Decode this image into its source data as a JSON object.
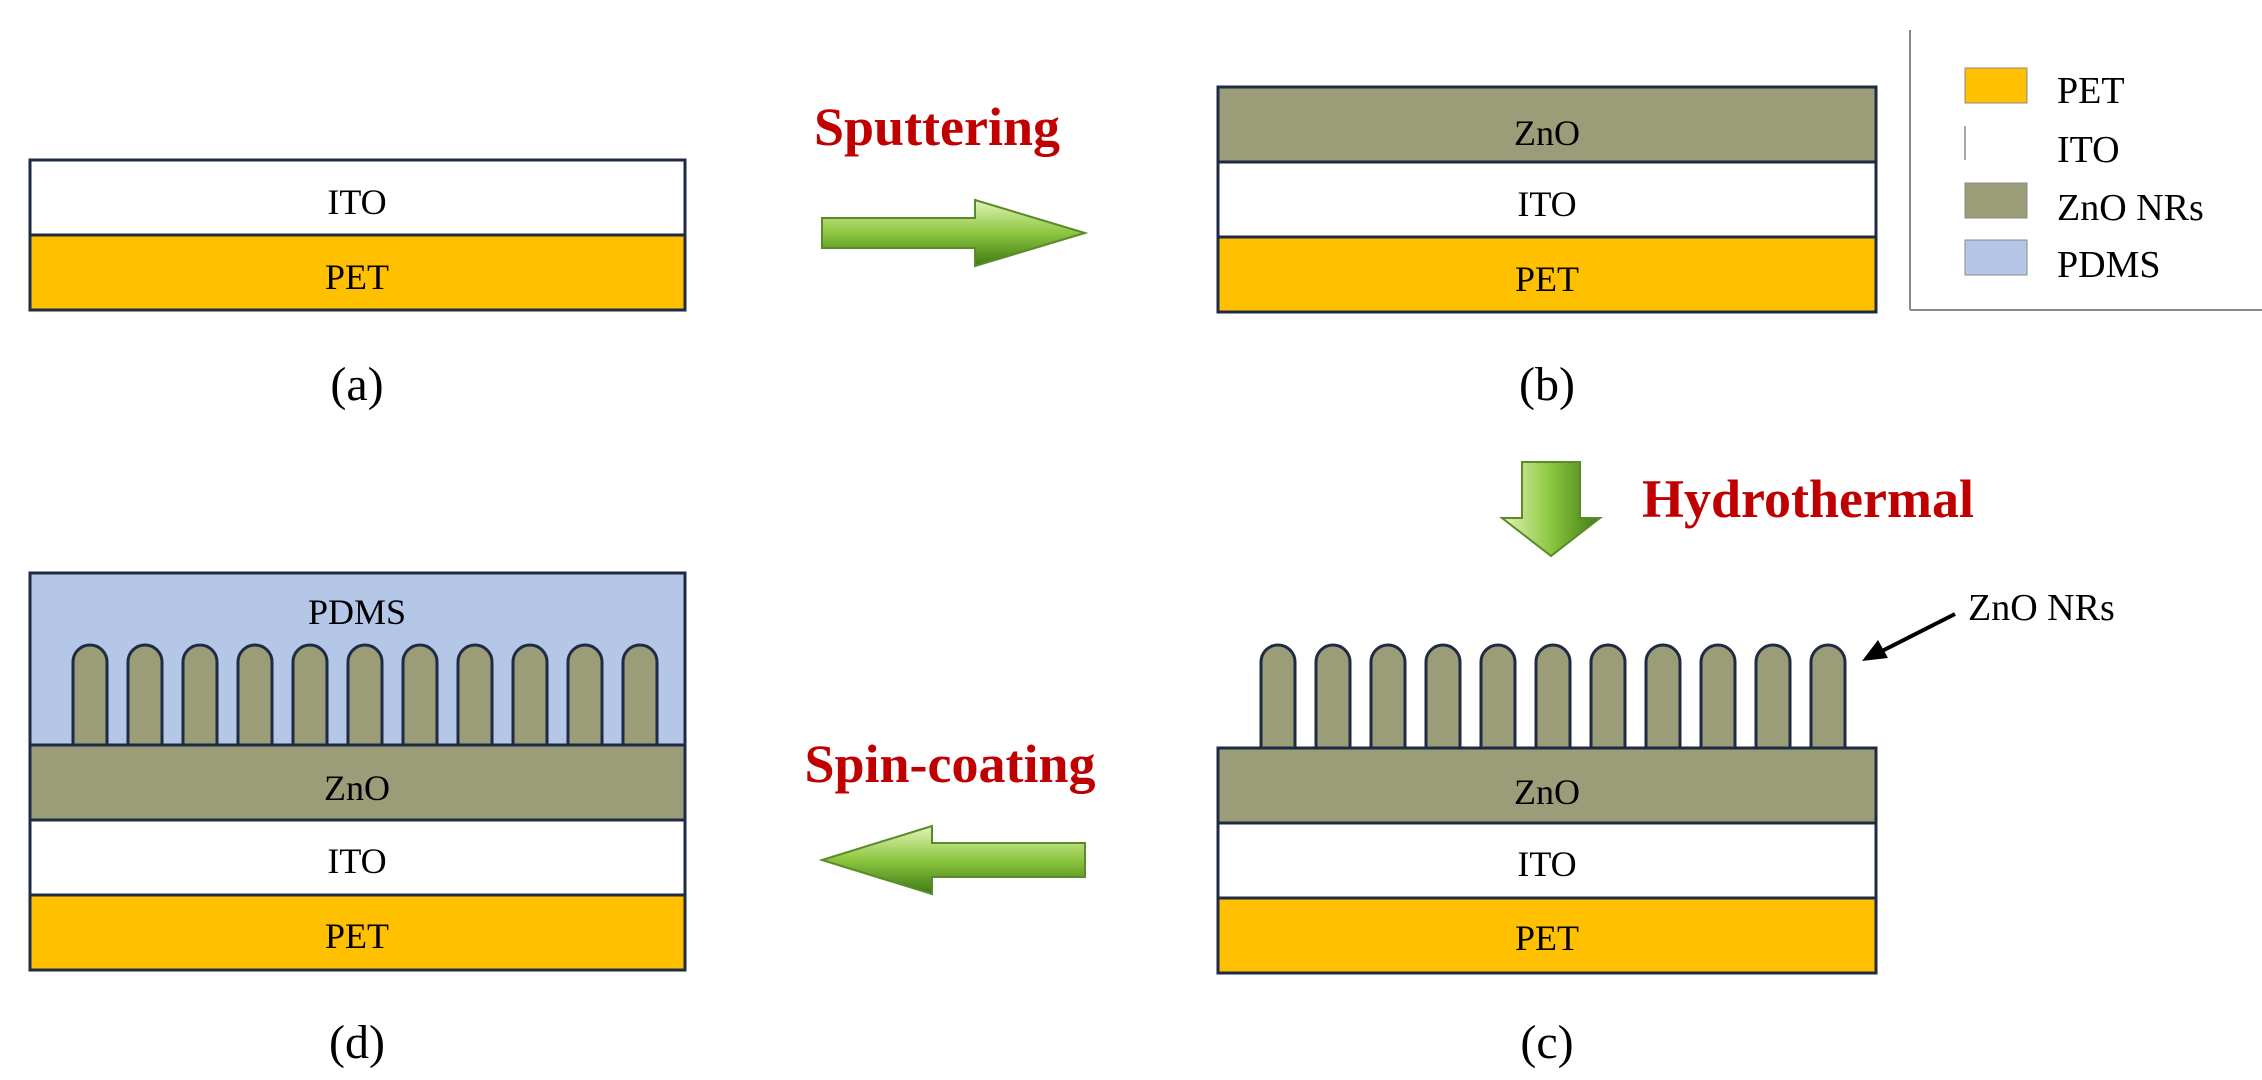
{
  "colors": {
    "pet": "#FFC000",
    "ito": "#FFFFFF",
    "zno": "#9B9D78",
    "pdms": "#B4C7E7",
    "outline": "#1F2A44",
    "step_text": "#C00000",
    "arrow_light": "#D6EFA6",
    "arrow_dark": "#4E8F1E"
  },
  "layers": {
    "pet": "PET",
    "ito": "ITO",
    "zno": "ZnO",
    "pdms": "PDMS"
  },
  "panels": {
    "a": "(a)",
    "b": "(b)",
    "c": "(c)",
    "d": "(d)"
  },
  "steps": {
    "sputtering": "Sputtering",
    "hydrothermal": "Hydrothermal",
    "spin_coating": "Spin-coating"
  },
  "callout": "ZnO NRs",
  "legend": [
    {
      "label": "PET",
      "color": "#FFC000"
    },
    {
      "label": "ITO",
      "color": "#FFFFFF"
    },
    {
      "label": "ZnO NRs",
      "color": "#9B9D78"
    },
    {
      "label": "PDMS",
      "color": "#B4C7E7"
    }
  ],
  "icons": {
    "process_arrow": "green-block-arrow-icon",
    "callout_arrow": "pointer-arrow-icon"
  }
}
